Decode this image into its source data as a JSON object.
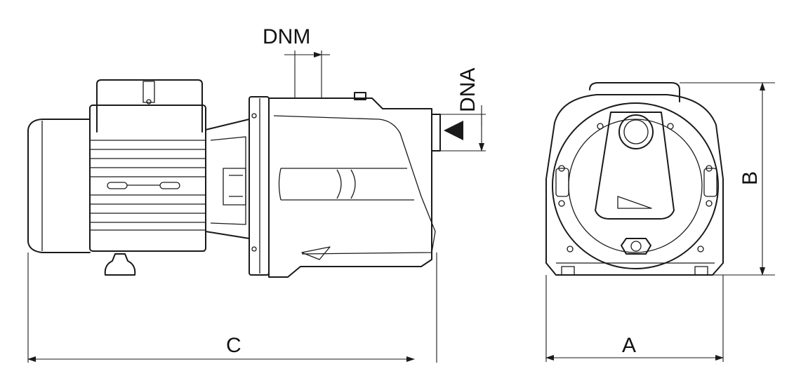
{
  "labels": {
    "dnm": "DNM",
    "dna": "DNA",
    "a": "A",
    "b": "B",
    "c": "C"
  },
  "colors": {
    "line": "#1a1a1a",
    "background": "#ffffff"
  }
}
